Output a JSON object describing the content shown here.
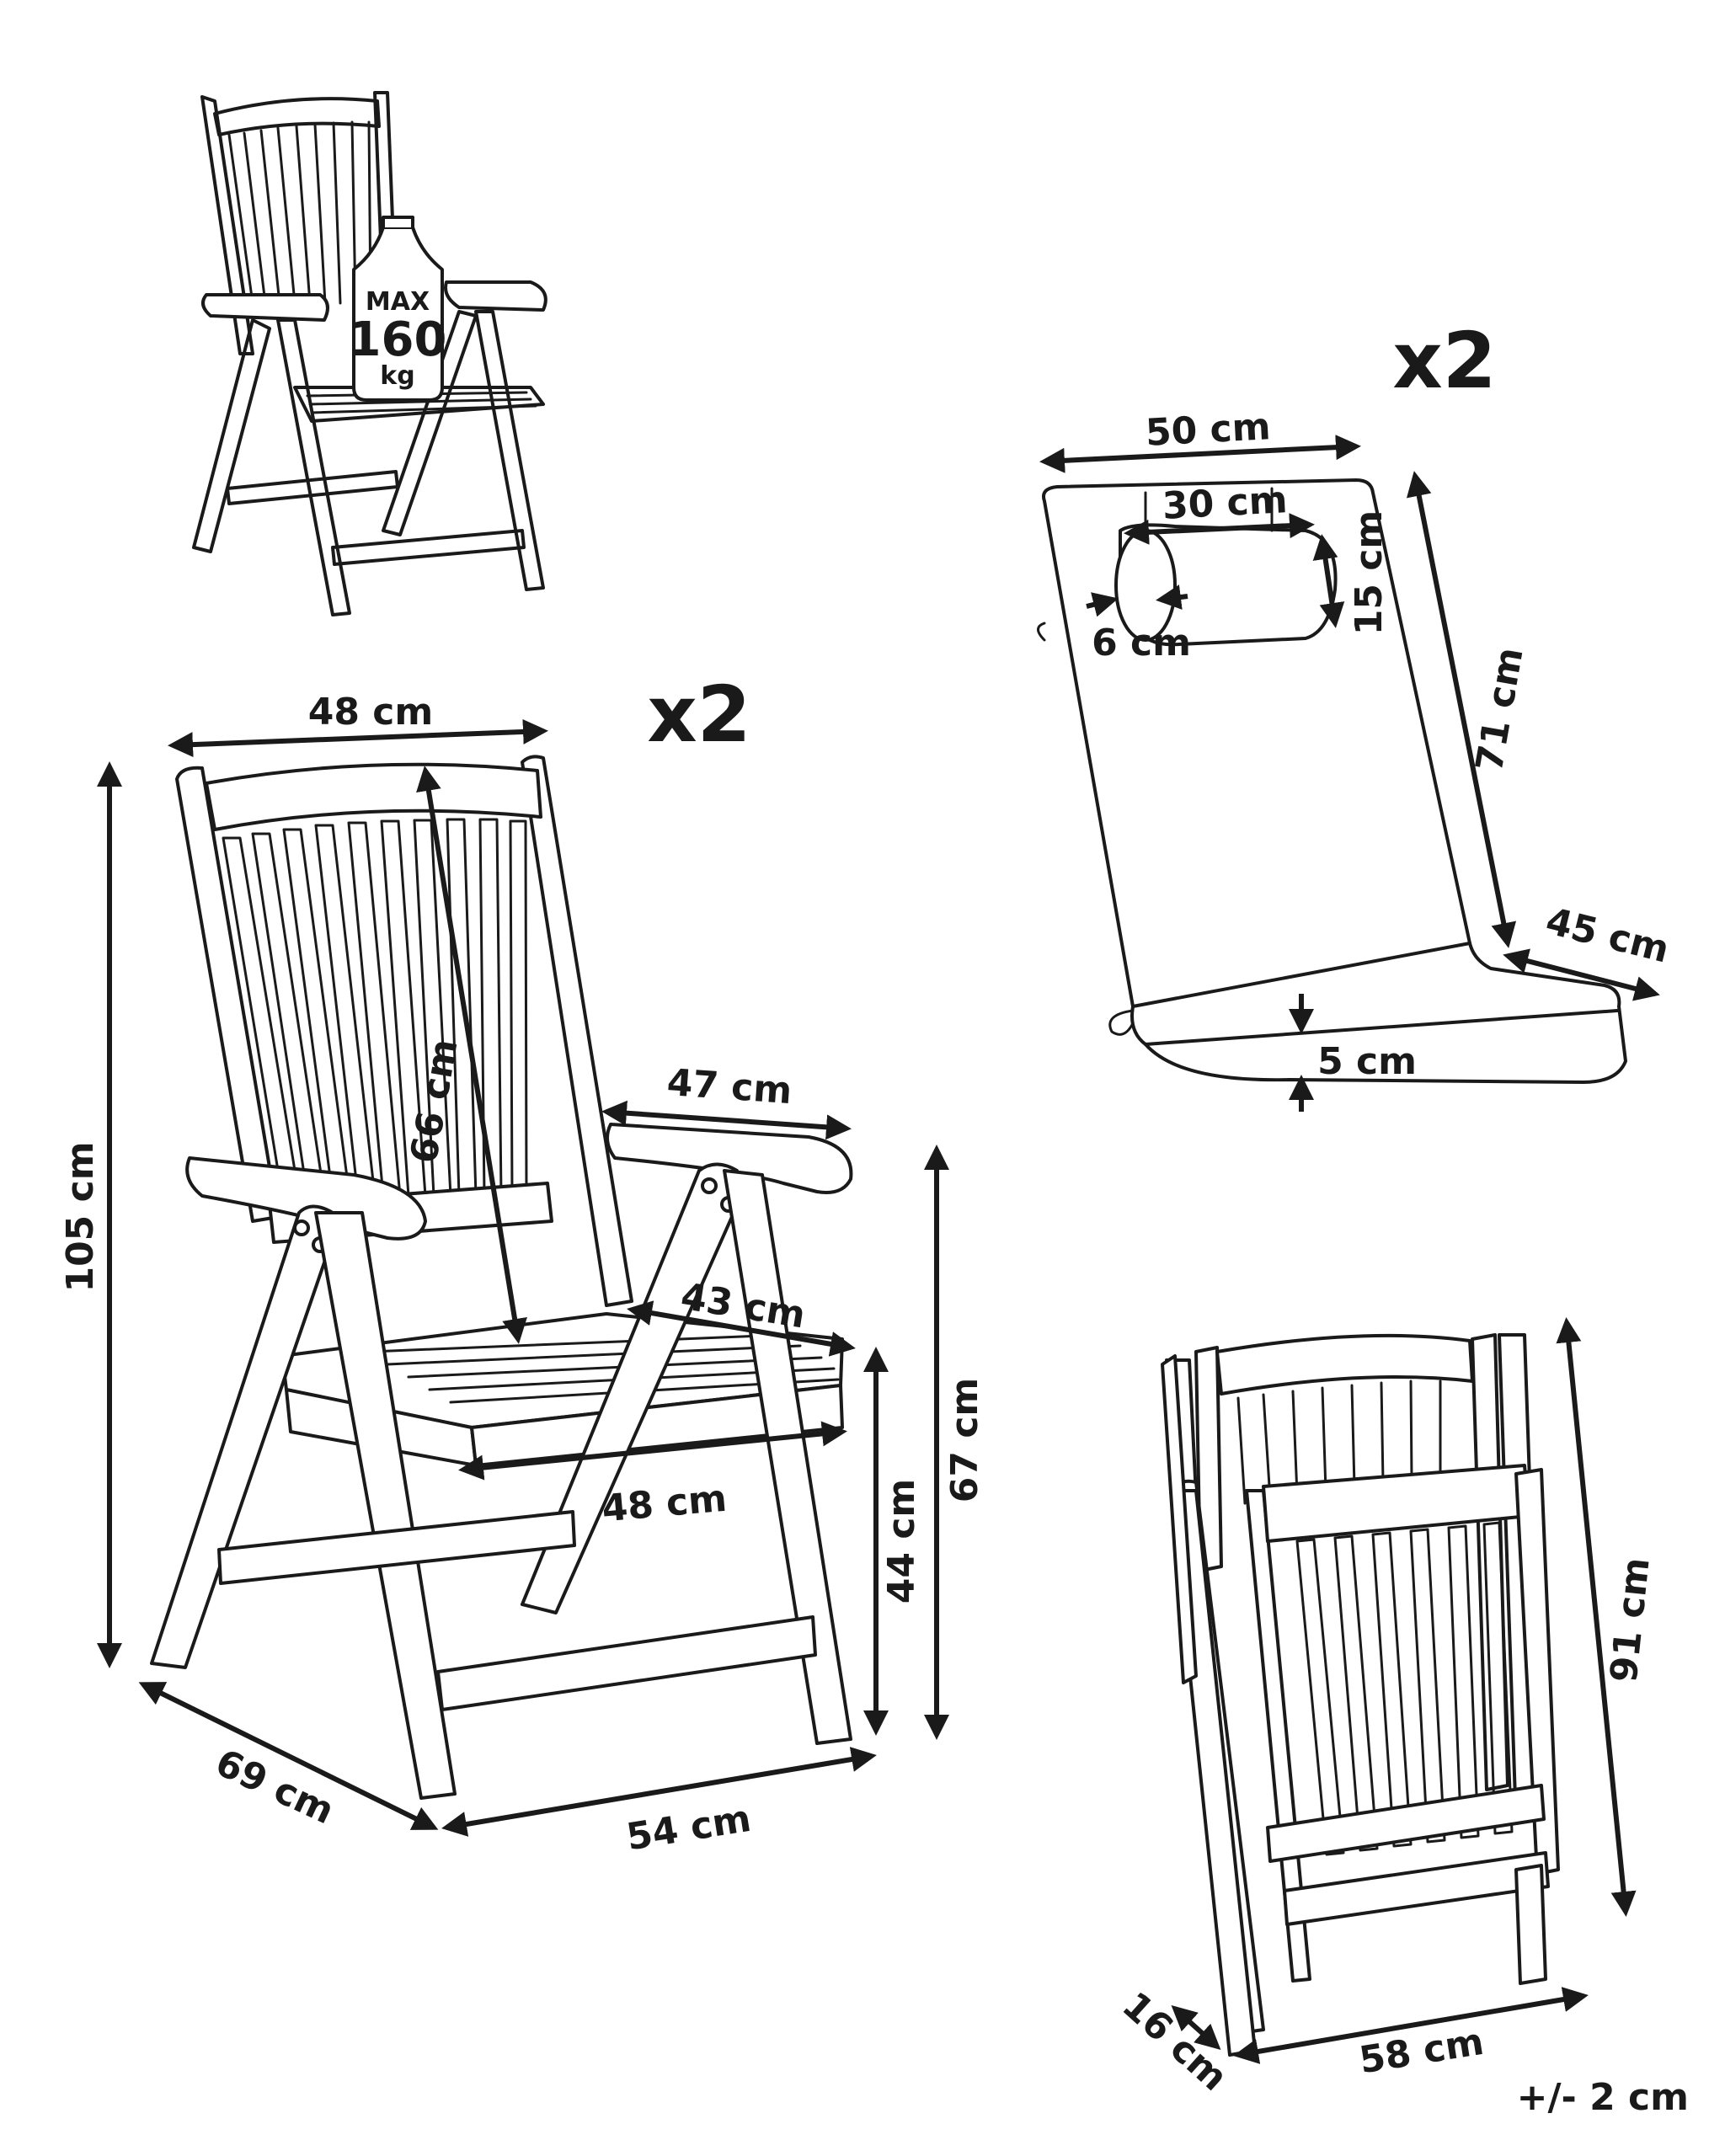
{
  "small_chair": {
    "weight_max": "MAX",
    "weight_value": "160",
    "weight_unit": "kg"
  },
  "main_chair": {
    "quantity": "x2",
    "dimensions": {
      "back_width": "48 cm",
      "total_height": "105 cm",
      "back_height": "66 cm",
      "armrest_length": "47 cm",
      "seat_depth": "43 cm",
      "seat_width": "48 cm",
      "seat_height": "44 cm",
      "armrest_height": "67 cm",
      "depth": "69 cm",
      "width": "54 cm"
    }
  },
  "cushion": {
    "quantity": "x2",
    "dimensions": {
      "width": "50 cm",
      "pillow_width": "30 cm",
      "pillow_height": "15 cm",
      "pillow_depth": "6 cm",
      "length": "71 cm",
      "seat_depth": "45 cm",
      "thickness": "5 cm"
    }
  },
  "folded_chair": {
    "dimensions": {
      "height": "91 cm",
      "thickness": "16 cm",
      "width": "58 cm"
    }
  },
  "tolerance": "+/- 2 cm"
}
